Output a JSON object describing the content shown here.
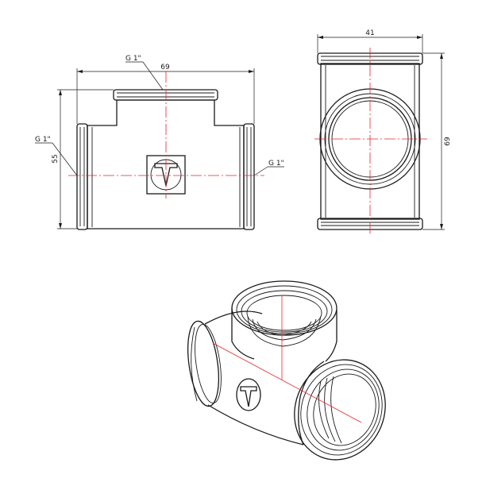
{
  "front_view": {
    "width_label": "69",
    "height_label": "55",
    "thread_top": "G 1\"",
    "thread_left": "G 1\"",
    "thread_right": "G 1\""
  },
  "side_view": {
    "width_label": "41",
    "height_label": "69"
  },
  "colors": {
    "line": "#1a1a1a",
    "axis": "#e8242a",
    "background": "#ffffff"
  }
}
